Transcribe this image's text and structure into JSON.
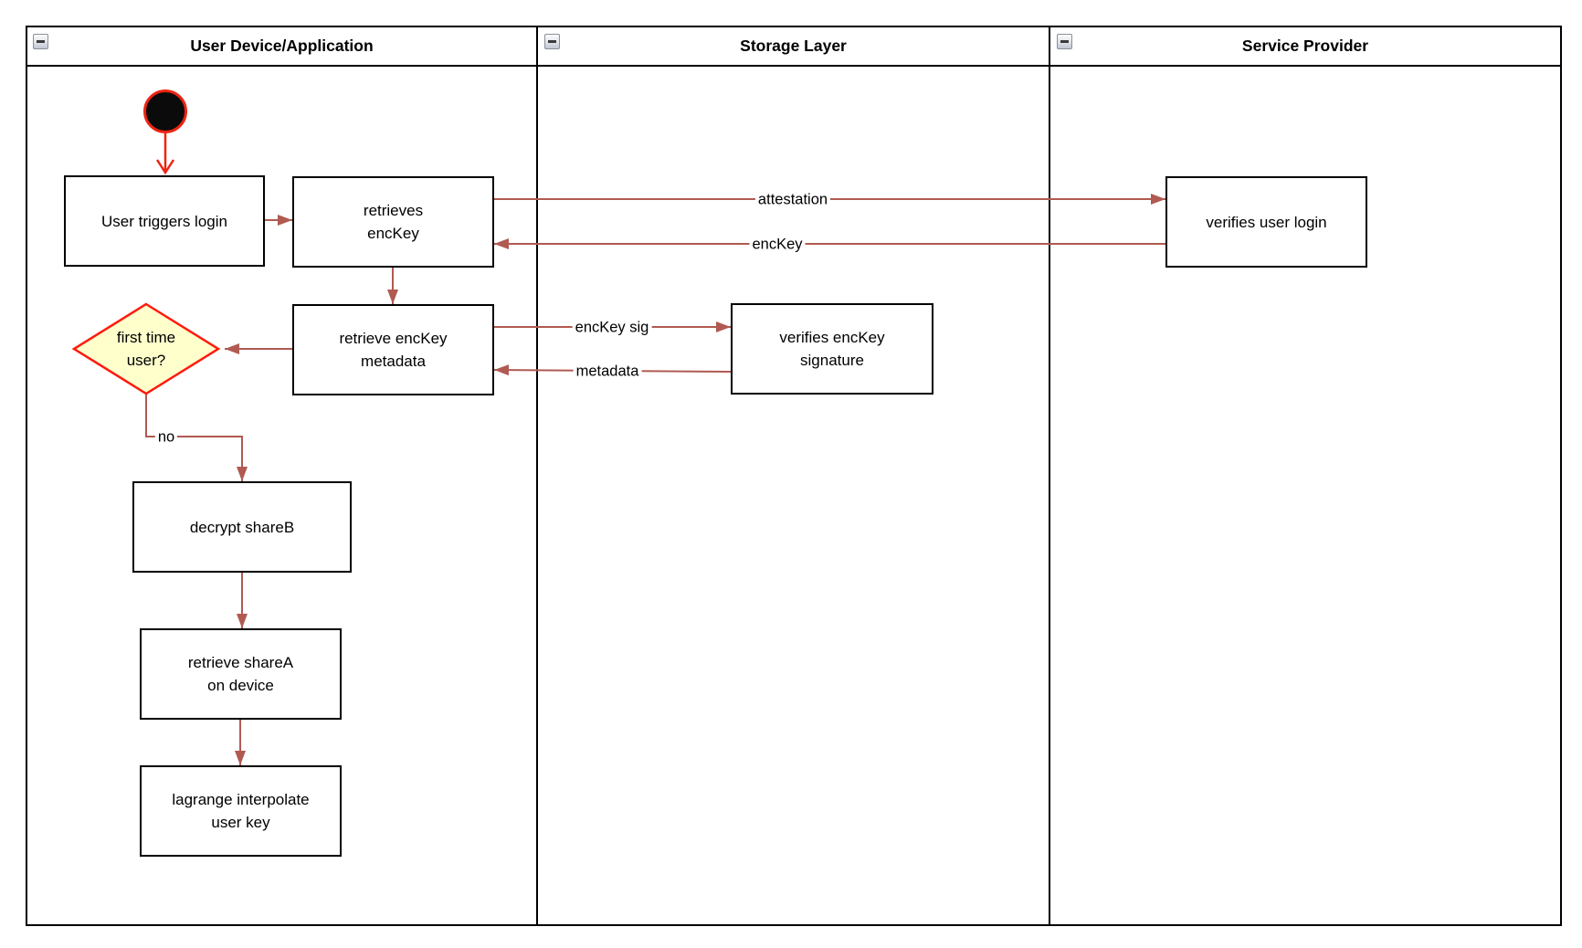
{
  "lanes": [
    {
      "title": "User Device/Application"
    },
    {
      "title": "Storage Layer"
    },
    {
      "title": "Service Provider"
    }
  ],
  "nodes": {
    "user_triggers_login": {
      "label": "User triggers login"
    },
    "retrieves_enckey": {
      "label": [
        "retrieves",
        "encKey"
      ]
    },
    "retrieve_enckey_metadata": {
      "label": [
        "retrieve encKey",
        "metadata"
      ]
    },
    "first_time_user": {
      "label": [
        "first time",
        "user?"
      ]
    },
    "decrypt_shareb": {
      "label": "decrypt shareB"
    },
    "retrieve_sharea_on_device": {
      "label": [
        "retrieve shareA",
        "on device"
      ]
    },
    "lagrange_interpolate_user_key": {
      "label": [
        "lagrange interpolate",
        "user key"
      ]
    },
    "verifies_enckey_signature": {
      "label": [
        "verifies encKey",
        "signature"
      ]
    },
    "verifies_user_login": {
      "label": "verifies user login"
    }
  },
  "edge_labels": {
    "attestation": "attestation",
    "enckey": "encKey",
    "enckey_sig": "encKey sig",
    "metadata": "metadata",
    "no": "no"
  },
  "colors": {
    "edge": "#b05a52",
    "accent_red": "#ee2413",
    "decision_border": "#ff1a0d",
    "decision_fill": "#ffffcc",
    "node_border": "#000000",
    "node_fill": "#ffffff"
  }
}
